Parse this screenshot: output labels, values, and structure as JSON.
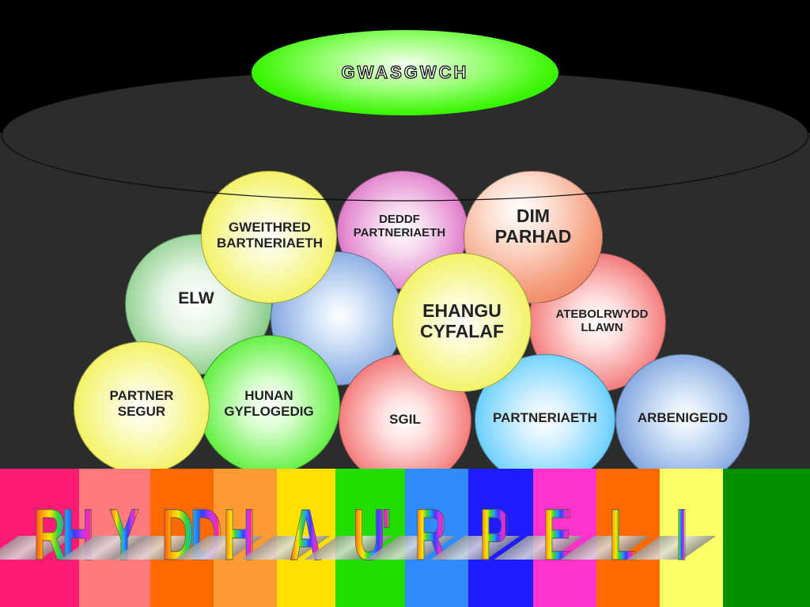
{
  "lid_label": "GWASGWCH",
  "balls": {
    "elw": "ELW",
    "deddf": [
      "DEDDF",
      "PARTNERIAETH"
    ],
    "gweithred": [
      "GWEITHRED",
      "BARTNERIAETH"
    ],
    "dim_parhad": [
      "DIM",
      "PARHAD"
    ],
    "blank_blue": "",
    "ehangu": [
      "EHANGU",
      "CYFALAF"
    ],
    "atebolrwydd": [
      "ATEBOLRWYDD",
      "LLAWN"
    ],
    "partner_segur": [
      "PARTNER",
      "SEGUR"
    ],
    "hunan": [
      "HUNAN",
      "GYFLOGEDIG"
    ],
    "sgil": "SGIL",
    "partneriaeth": "PARTNERIAETH",
    "arbenigedd": "ARBENIGEDD"
  },
  "stripe_colors": [
    "#ff1a73",
    "#ff7a7a",
    "#ff6a00",
    "#ff9a33",
    "#ffe000",
    "#22dd00",
    "#2f8cff",
    "#1d1dff",
    "#ff33cc",
    "#ff6a00",
    "#ffff66",
    "#009000"
  ],
  "banner_letters": [
    "RH",
    "Y",
    "DD",
    "H",
    "A",
    "U'",
    "R",
    "P",
    "E",
    "L",
    "I"
  ]
}
